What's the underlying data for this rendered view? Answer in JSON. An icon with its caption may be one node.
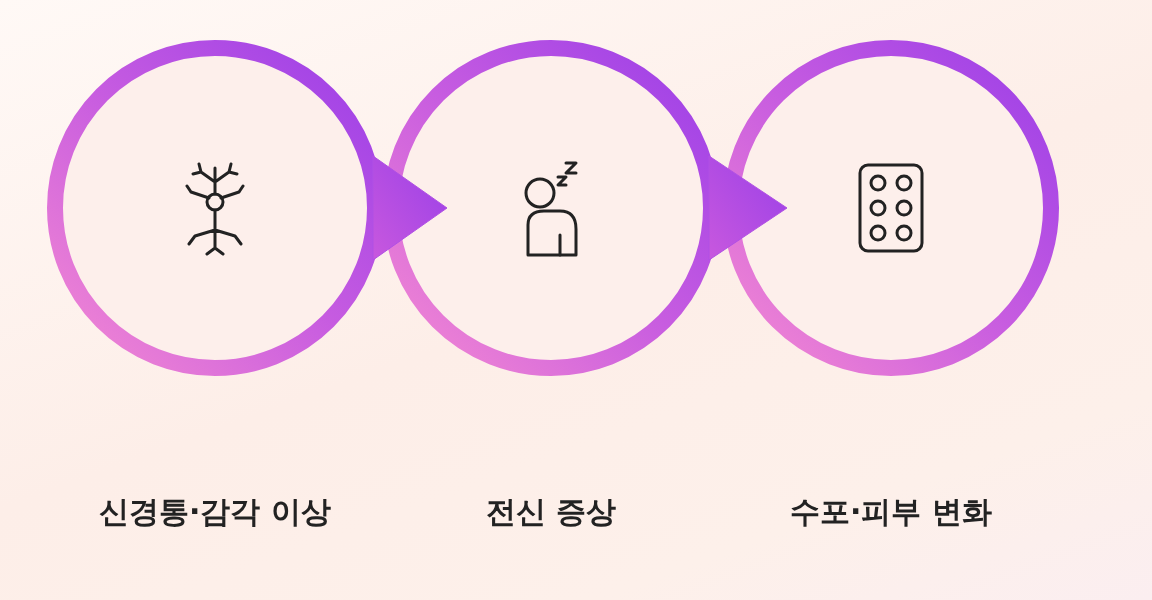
{
  "diagram": {
    "nodes": [
      {
        "text": [
          "신경통·감각 이상"
        ]
      },
      {
        "text": [
          "전신 증상"
        ]
      },
      {
        "text": [
          "수포·피부 변화"
        ]
      }
    ],
    "edges": [
      {
        "from": 0,
        "to": 1,
        "arrow": "to"
      },
      {
        "from": 1,
        "to": 2,
        "arrow": "to"
      }
    ]
  }
}
